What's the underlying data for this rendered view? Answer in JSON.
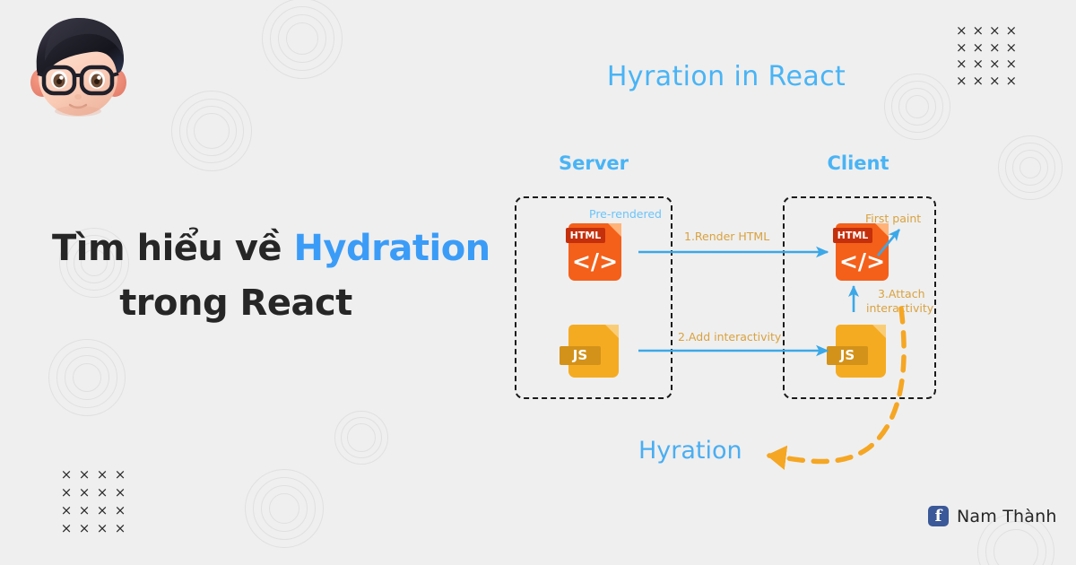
{
  "page": {
    "background_color": "#efefef",
    "accent_blue": "#3b9cf7",
    "diagram_blue": "#49b4f5",
    "label_tan": "#d9a23f",
    "arrow_blue": "#3ba8e8",
    "arrow_orange": "#f5a623"
  },
  "headline": {
    "line1_plain": "Tìm hiểu về ",
    "line1_accent": "Hydration",
    "line2": "trong React"
  },
  "diagram": {
    "title": "Hyration in React",
    "columns": {
      "server": "Server",
      "client": "Client"
    },
    "server_box": {
      "note": "Pre-rendered",
      "files": [
        {
          "type": "html",
          "badge": "HTML",
          "code": "</>"
        },
        {
          "type": "js",
          "badge": "JS"
        }
      ]
    },
    "client_box": {
      "note_first_paint": "First paint",
      "note_attach_line1": "3.Attach",
      "note_attach_line2": "interactivity",
      "files": [
        {
          "type": "html",
          "badge": "HTML",
          "code": "</>"
        },
        {
          "type": "js",
          "badge": "JS"
        }
      ]
    },
    "flow_labels": {
      "step1": "1.Render HTML",
      "step2": "2.Add interactivity"
    },
    "callout": "Hyration"
  },
  "footer": {
    "social_icon": "facebook-icon",
    "social_letter": "f",
    "author": "Nam Thành"
  },
  "decor": {
    "x_mark": "×",
    "x_grid_count": 16
  }
}
